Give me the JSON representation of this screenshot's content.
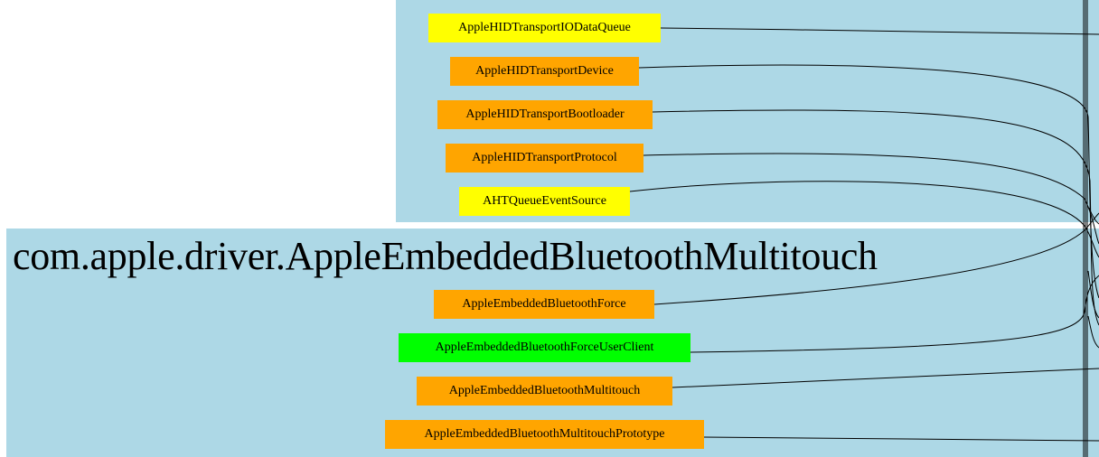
{
  "colors": {
    "cluster": "#add8e6",
    "orange": "#ffa500",
    "yellow": "#ffff00",
    "green": "#00ff00",
    "edge": "#000000"
  },
  "clusters": {
    "bottom": {
      "title": "com.apple.driver.AppleEmbeddedBluetoothMultitouch"
    }
  },
  "nodes": {
    "n1": {
      "label": "AppleHIDTransportIODataQueue",
      "fill": "yellow"
    },
    "n2": {
      "label": "AppleHIDTransportDevice",
      "fill": "orange"
    },
    "n3": {
      "label": "AppleHIDTransportBootloader",
      "fill": "orange"
    },
    "n4": {
      "label": "AppleHIDTransportProtocol",
      "fill": "orange"
    },
    "n5": {
      "label": "AHTQueueEventSource",
      "fill": "yellow"
    },
    "n6": {
      "label": "AppleEmbeddedBluetoothForce",
      "fill": "orange"
    },
    "n7": {
      "label": "AppleEmbeddedBluetoothForceUserClient",
      "fill": "green"
    },
    "n8": {
      "label": "AppleEmbeddedBluetoothMultitouch",
      "fill": "orange"
    },
    "n9": {
      "label": "AppleEmbeddedBluetoothMultitouchPrototype",
      "fill": "orange"
    }
  }
}
